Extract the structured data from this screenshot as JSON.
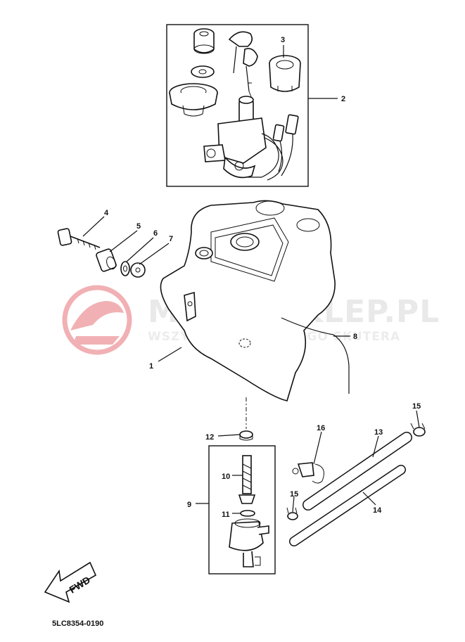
{
  "watermark": {
    "main": "MOMA-SKLEP.PL",
    "sub": "WSZYSTKO DO TWOJEGO SKUTERA",
    "brand_color": "#d9222a"
  },
  "callouts": {
    "c1": "1",
    "c2": "2",
    "c3": "3",
    "c4": "4",
    "c5": "5",
    "c6": "6",
    "c7": "7",
    "c8": "8",
    "c9": "9",
    "c10": "10",
    "c11": "11",
    "c12": "12",
    "c13": "13",
    "c14": "14",
    "c15a": "15",
    "c15b": "15",
    "c16": "16"
  },
  "fwd_label": "FWD",
  "reference_code": "5LC8354-0190"
}
